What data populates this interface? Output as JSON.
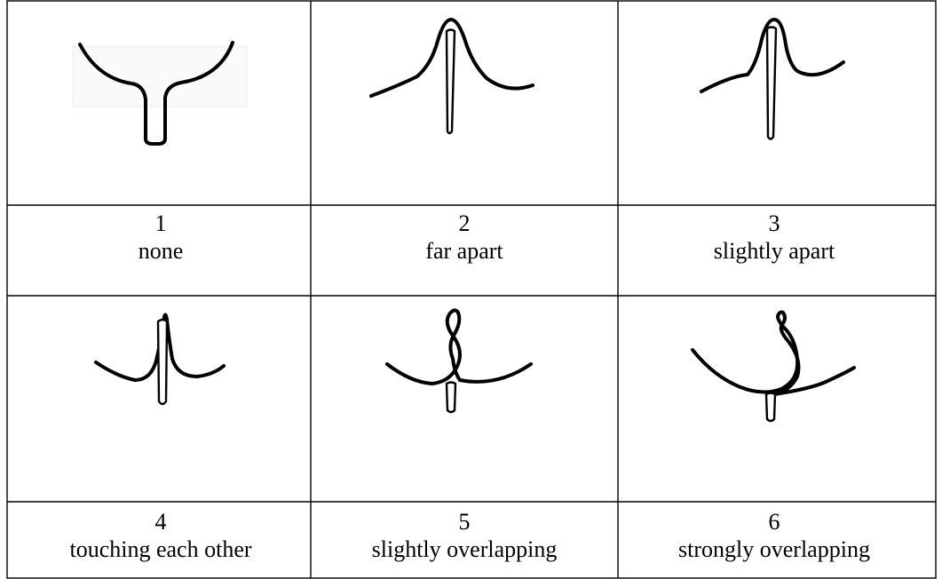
{
  "grades": [
    {
      "number": "1",
      "label": "none",
      "icon": "stalk-no-horns-icon"
    },
    {
      "number": "2",
      "label": "far apart",
      "icon": "horns-far-apart-icon"
    },
    {
      "number": "3",
      "label": "slightly apart",
      "icon": "horns-slightly-apart-icon"
    },
    {
      "number": "4",
      "label": "touching each other",
      "icon": "horns-touching-icon"
    },
    {
      "number": "5",
      "label": "slightly overlapping",
      "icon": "horns-slightly-overlapping-icon"
    },
    {
      "number": "6",
      "label": "strongly overlapping",
      "icon": "horns-strongly-overlapping-icon"
    }
  ]
}
